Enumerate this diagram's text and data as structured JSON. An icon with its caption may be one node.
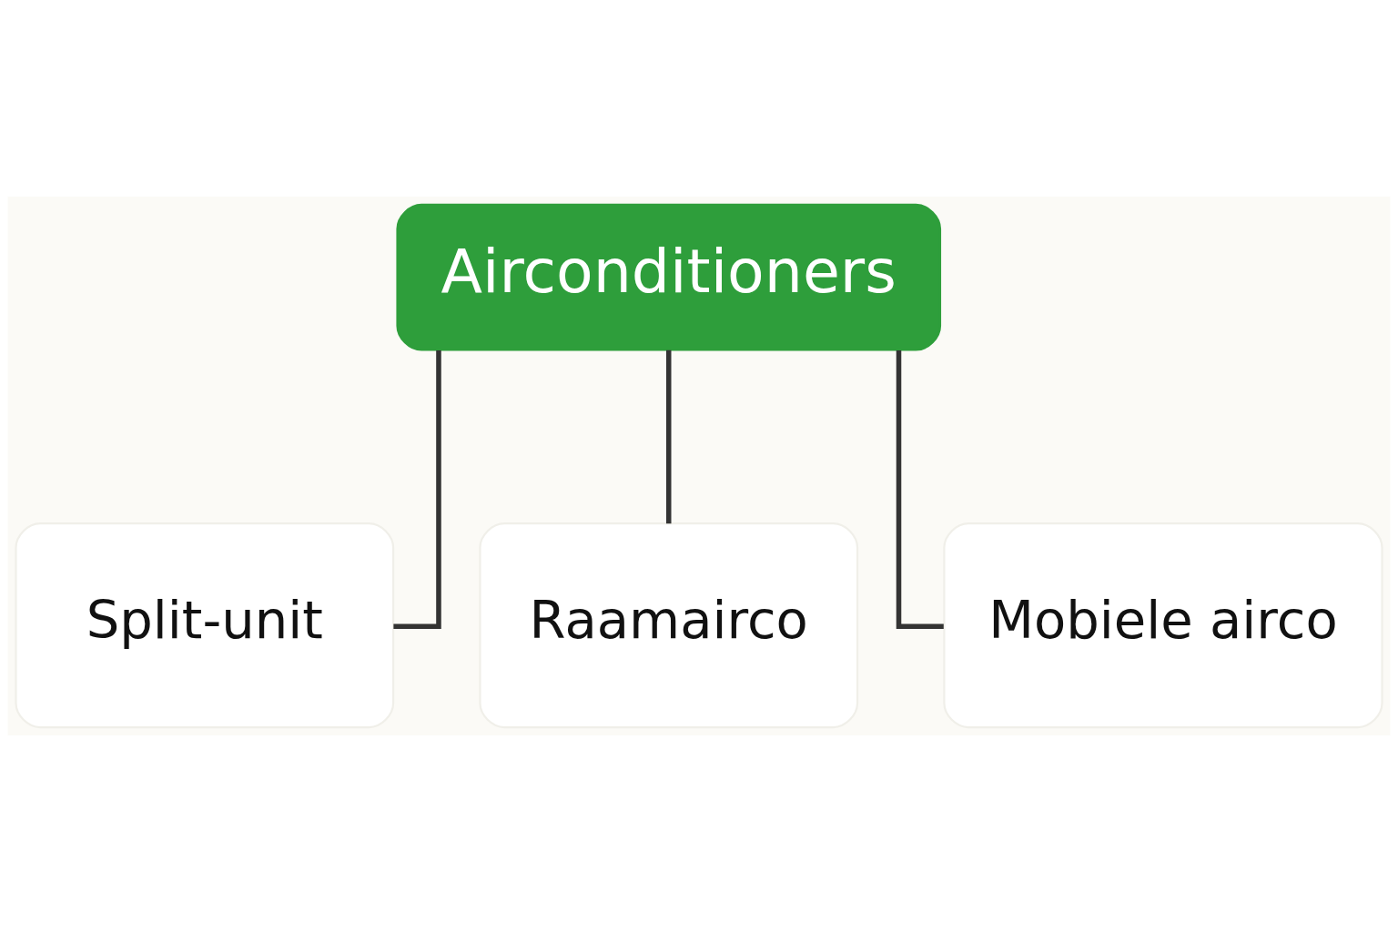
{
  "diagram": {
    "nodes": [
      {
        "text": [
          "Airconditioners"
        ]
      },
      {
        "text": [
          "Split-unit"
        ]
      },
      {
        "text": [
          "Raamairco"
        ]
      },
      {
        "text": [
          "Mobiele airco"
        ]
      }
    ],
    "edges": [
      {
        "from": 0,
        "to": 1,
        "arrow": "none"
      },
      {
        "from": 0,
        "to": 2,
        "arrow": "none"
      },
      {
        "from": 0,
        "to": 3,
        "arrow": "none"
      }
    ]
  }
}
